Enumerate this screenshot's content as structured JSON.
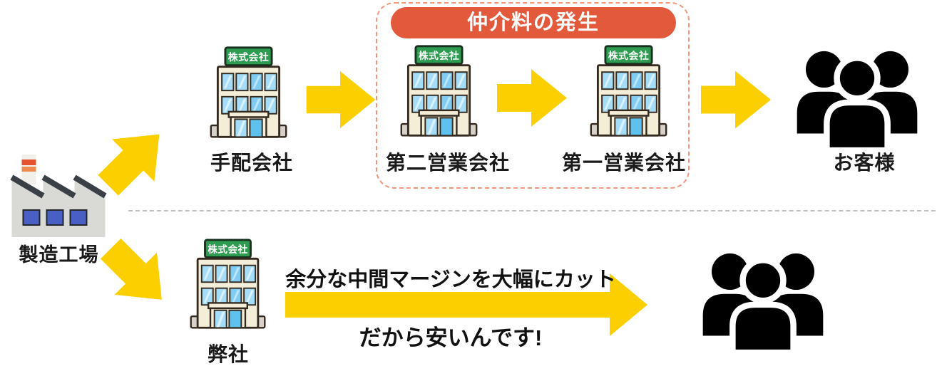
{
  "diagram": {
    "badge_label": "仲介料の発生",
    "source_label": "製造工場",
    "building_sign": "株式会社",
    "top_route": {
      "node1_label": "手配会社",
      "node2_label": "第二営業会社",
      "node3_label": "第一営業会社",
      "customer_label": "お客様"
    },
    "bottom_route": {
      "company_label": "弊社",
      "message_top": "余分な中間マージンを大幅にカット",
      "message_bottom": "だから安いんです!"
    }
  },
  "colors": {
    "arrow_yellow": "#FCD000",
    "badge_red": "#E2593B",
    "fee_box_dashed_red": "#F2967C",
    "people_blue": "#189BD7",
    "building_sign_green": "#2E9C50",
    "building_body_cream": "#F4EDD8",
    "divider_gray": "#BFBFBF"
  }
}
